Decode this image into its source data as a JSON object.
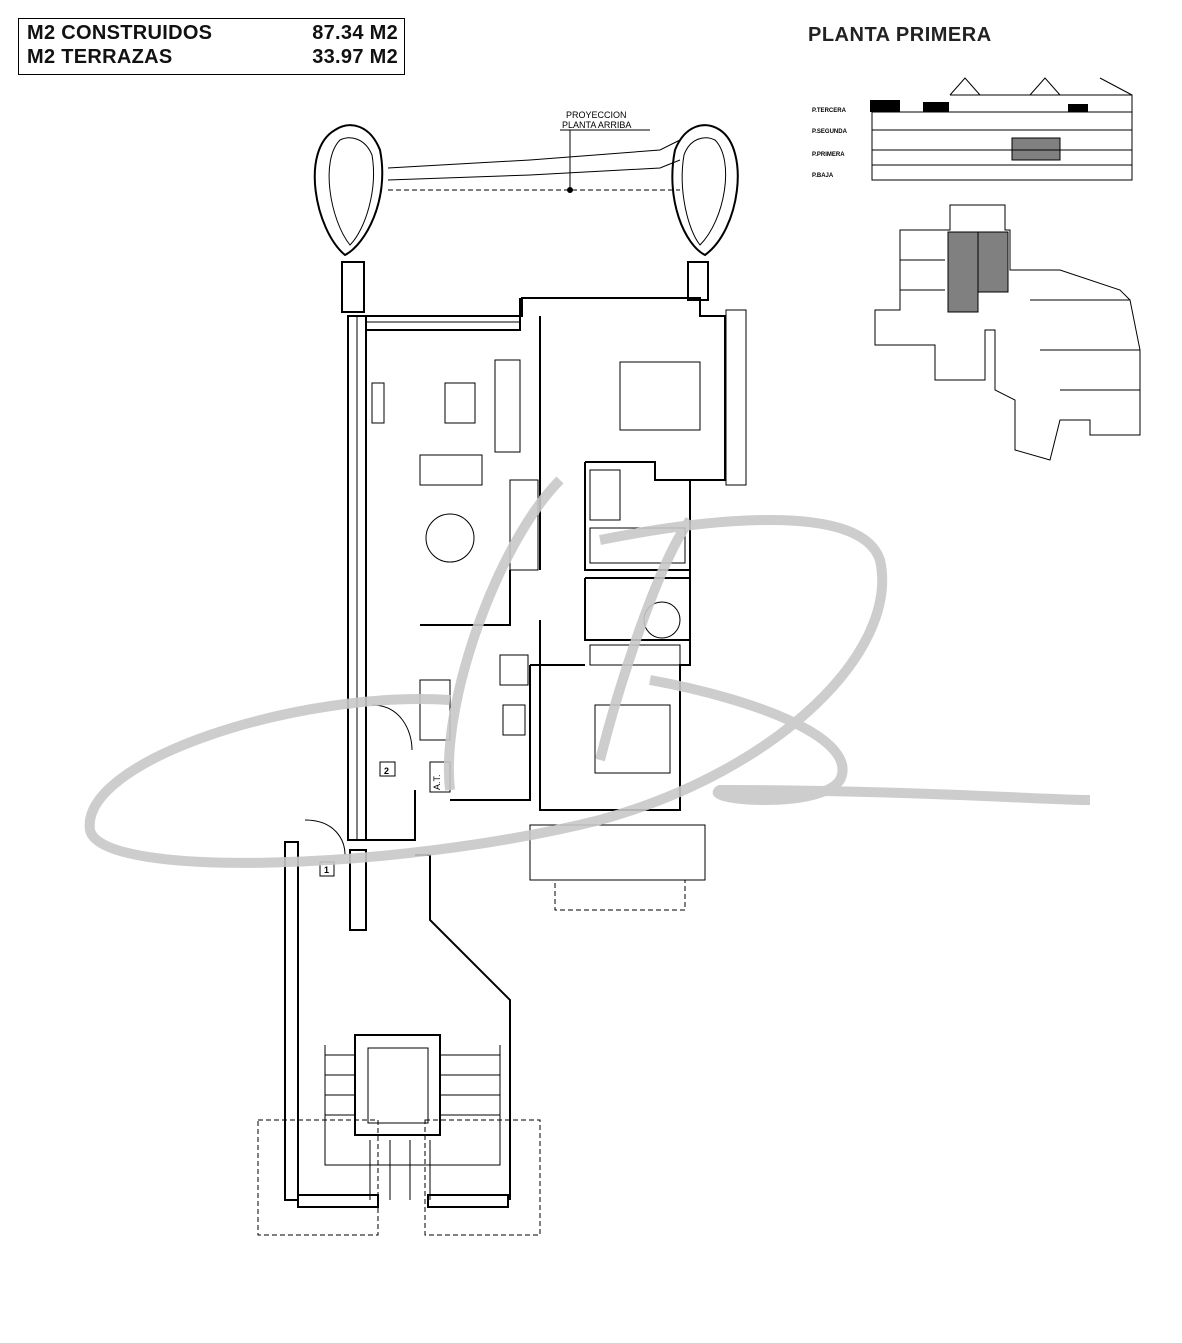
{
  "summary": {
    "rows": [
      {
        "label": "M2 CONSTRUIDOS",
        "value": "87.34 M2"
      },
      {
        "label": "M2 TERRAZAS",
        "value": "33.97 M2"
      }
    ]
  },
  "title": "PLANTA PRIMERA",
  "plan": {
    "projection_note": [
      "PROYECCION",
      "PLANTA ARRIBA"
    ],
    "meter_label": "A.T.",
    "door_markers": [
      "1",
      "2"
    ]
  },
  "elevation": {
    "floors": [
      "P.TERCERA",
      "P.SEGUNDA",
      "P.PRIMERA",
      "P.BAJA"
    ]
  },
  "colors": {
    "highlight": "#808080",
    "watermark": "#c8c8c8"
  }
}
